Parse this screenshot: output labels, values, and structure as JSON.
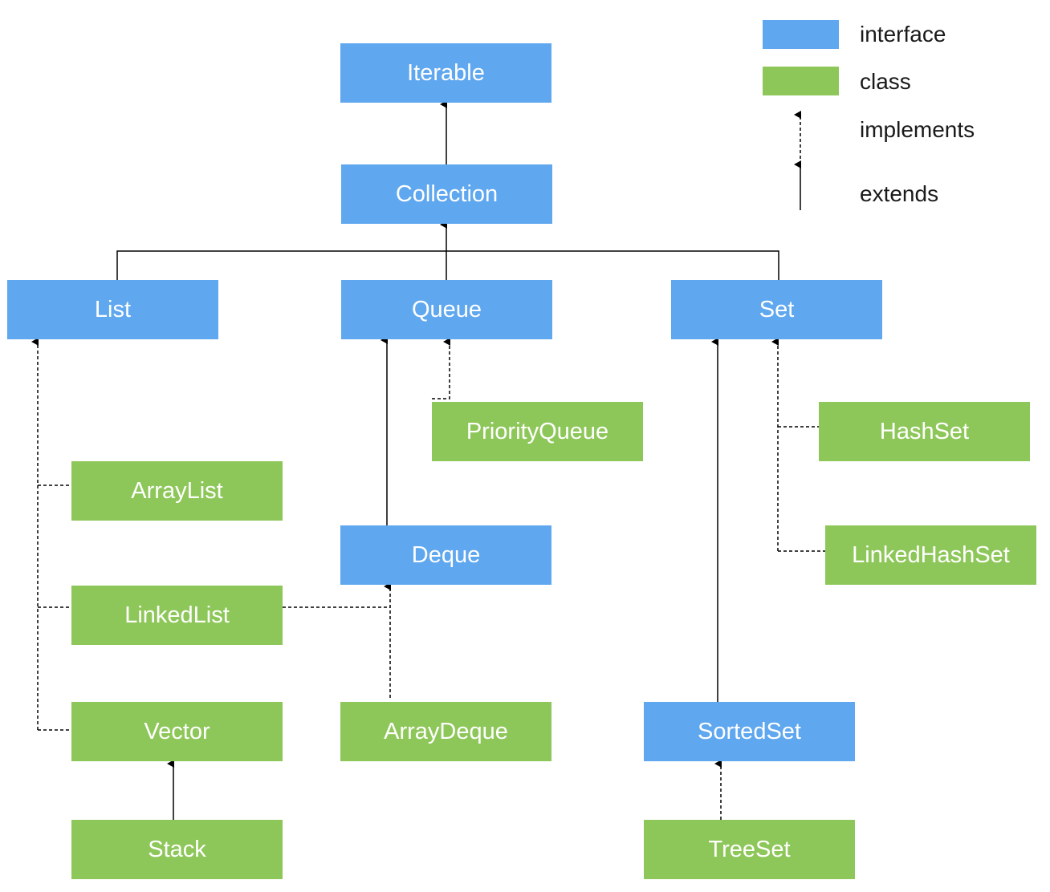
{
  "colors": {
    "interface": "#5fa7ee",
    "class": "#8ec759",
    "text_on_box": "#ffffff",
    "line": "#000000"
  },
  "legend": {
    "interface_label": "interface",
    "class_label": "class",
    "implements_label": "implements",
    "extends_label": "extends"
  },
  "nodes": {
    "iterable": {
      "label": "Iterable",
      "kind": "interface"
    },
    "collection": {
      "label": "Collection",
      "kind": "interface"
    },
    "list": {
      "label": "List",
      "kind": "interface"
    },
    "queue": {
      "label": "Queue",
      "kind": "interface"
    },
    "set": {
      "label": "Set",
      "kind": "interface"
    },
    "priorityqueue": {
      "label": "PriorityQueue",
      "kind": "class"
    },
    "hashset": {
      "label": "HashSet",
      "kind": "class"
    },
    "arraylist": {
      "label": "ArrayList",
      "kind": "class"
    },
    "deque": {
      "label": "Deque",
      "kind": "interface"
    },
    "linkedhashset": {
      "label": "LinkedHashSet",
      "kind": "class"
    },
    "linkedlist": {
      "label": "LinkedList",
      "kind": "class"
    },
    "vector": {
      "label": "Vector",
      "kind": "class"
    },
    "arraydeque": {
      "label": "ArrayDeque",
      "kind": "class"
    },
    "sortedset": {
      "label": "SortedSet",
      "kind": "interface"
    },
    "stack": {
      "label": "Stack",
      "kind": "class"
    },
    "treeset": {
      "label": "TreeSet",
      "kind": "class"
    }
  },
  "relations": [
    {
      "from": "Collection",
      "to": "Iterable",
      "type": "extends"
    },
    {
      "from": "List",
      "to": "Collection",
      "type": "extends"
    },
    {
      "from": "Queue",
      "to": "Collection",
      "type": "extends"
    },
    {
      "from": "Set",
      "to": "Collection",
      "type": "extends"
    },
    {
      "from": "ArrayList",
      "to": "List",
      "type": "implements"
    },
    {
      "from": "LinkedList",
      "to": "List",
      "type": "implements"
    },
    {
      "from": "Vector",
      "to": "List",
      "type": "implements"
    },
    {
      "from": "Stack",
      "to": "Vector",
      "type": "extends"
    },
    {
      "from": "PriorityQueue",
      "to": "Queue",
      "type": "implements"
    },
    {
      "from": "Deque",
      "to": "Queue",
      "type": "extends"
    },
    {
      "from": "LinkedList",
      "to": "Deque",
      "type": "implements"
    },
    {
      "from": "ArrayDeque",
      "to": "Deque",
      "type": "implements"
    },
    {
      "from": "HashSet",
      "to": "Set",
      "type": "implements"
    },
    {
      "from": "LinkedHashSet",
      "to": "Set",
      "type": "implements"
    },
    {
      "from": "SortedSet",
      "to": "Set",
      "type": "extends"
    },
    {
      "from": "TreeSet",
      "to": "SortedSet",
      "type": "implements"
    }
  ]
}
